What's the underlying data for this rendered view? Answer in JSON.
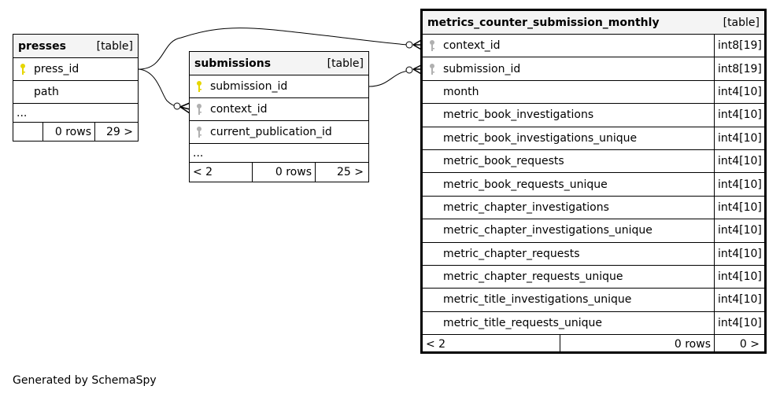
{
  "tables": {
    "presses": {
      "name": "presses",
      "kind": "[table]",
      "columns": [
        {
          "name": "press_id",
          "key": "primary"
        },
        {
          "name": "path",
          "key": "none"
        }
      ],
      "ellipsis": "...",
      "footer": {
        "left": "",
        "rows": "0 rows",
        "right": "29 >"
      }
    },
    "submissions": {
      "name": "submissions",
      "kind": "[table]",
      "columns": [
        {
          "name": "submission_id",
          "key": "primary"
        },
        {
          "name": "context_id",
          "key": "foreign"
        },
        {
          "name": "current_publication_id",
          "key": "foreign"
        }
      ],
      "ellipsis": "...",
      "footer": {
        "left": "< 2",
        "rows": "0 rows",
        "right": "25 >"
      }
    },
    "metrics": {
      "name": "metrics_counter_submission_monthly",
      "kind": "[table]",
      "columns": [
        {
          "name": "context_id",
          "type": "int8[19]",
          "key": "foreign"
        },
        {
          "name": "submission_id",
          "type": "int8[19]",
          "key": "foreign"
        },
        {
          "name": "month",
          "type": "int4[10]",
          "key": "none"
        },
        {
          "name": "metric_book_investigations",
          "type": "int4[10]",
          "key": "none"
        },
        {
          "name": "metric_book_investigations_unique",
          "type": "int4[10]",
          "key": "none"
        },
        {
          "name": "metric_book_requests",
          "type": "int4[10]",
          "key": "none"
        },
        {
          "name": "metric_book_requests_unique",
          "type": "int4[10]",
          "key": "none"
        },
        {
          "name": "metric_chapter_investigations",
          "type": "int4[10]",
          "key": "none"
        },
        {
          "name": "metric_chapter_investigations_unique",
          "type": "int4[10]",
          "key": "none"
        },
        {
          "name": "metric_chapter_requests",
          "type": "int4[10]",
          "key": "none"
        },
        {
          "name": "metric_chapter_requests_unique",
          "type": "int4[10]",
          "key": "none"
        },
        {
          "name": "metric_title_investigations_unique",
          "type": "int4[10]",
          "key": "none"
        },
        {
          "name": "metric_title_requests_unique",
          "type": "int4[10]",
          "key": "none"
        }
      ],
      "footer": {
        "left": "< 2",
        "rows": "0 rows",
        "right": "0 >"
      }
    }
  },
  "footer_text": "Generated by SchemaSpy",
  "colors": {
    "primary_key": "#e6d600",
    "foreign_key": "#b0b0b0",
    "header_bg": "#f4f4f4"
  }
}
